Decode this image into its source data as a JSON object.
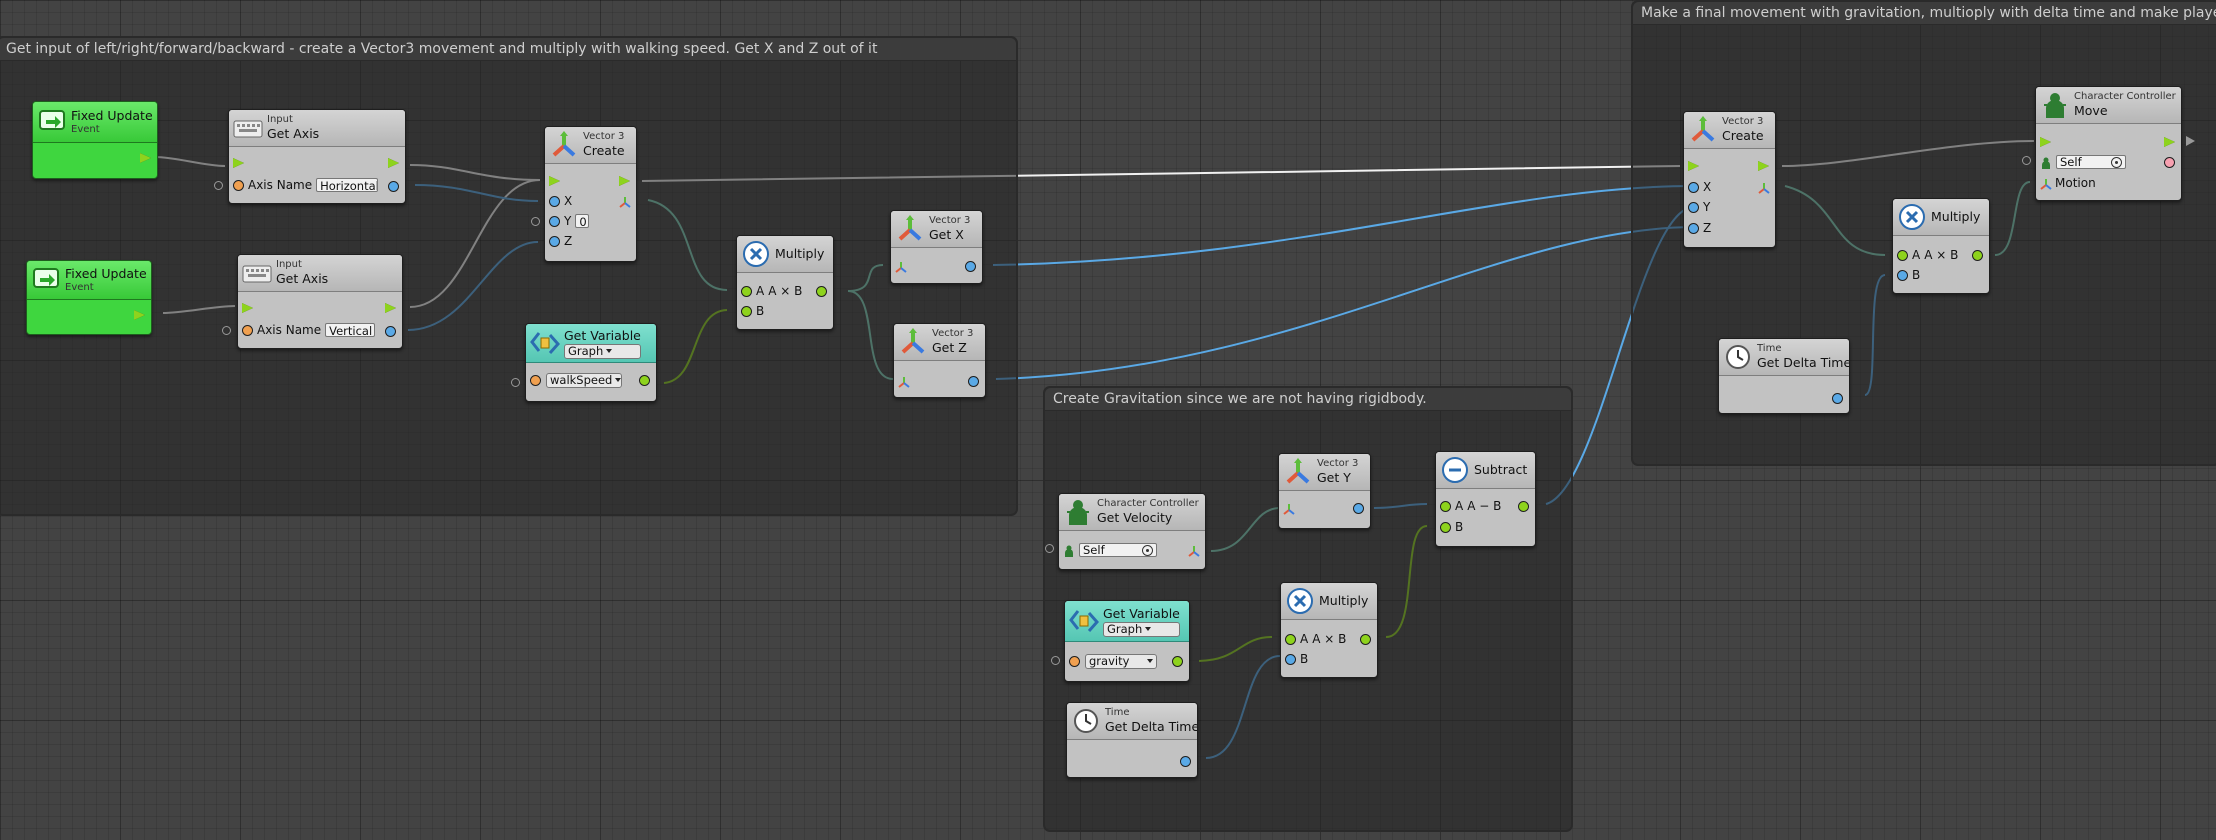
{
  "groups": {
    "input": {
      "title": "Get input of left/right/forward/backward - create a Vector3 movement and multiply with walking speed. Get X and Z out of it"
    },
    "move": {
      "title": "Make a final movement with gravitation, multioply with delta time and make player move"
    },
    "gravity": {
      "title": "Create Gravitation since we are not having rigidbody."
    }
  },
  "nodes": {
    "fixed_update_1": {
      "title": "Fixed Update",
      "kind": "Event"
    },
    "fixed_update_2": {
      "title": "Fixed Update",
      "kind": "Event"
    },
    "input_horizontal": {
      "kind": "Input",
      "title": "Get Axis",
      "port_label": "Axis Name",
      "value": "Horizontal"
    },
    "input_vertical": {
      "kind": "Input",
      "title": "Get Axis",
      "port_label": "Axis Name",
      "value": "Vertical"
    },
    "vector3_create_1": {
      "kind": "Vector 3",
      "title": "Create",
      "x": "X",
      "y": "Y",
      "y_value": "0",
      "z": "Z"
    },
    "get_variable_walk": {
      "title": "Get Variable",
      "scope": "Graph",
      "value": "walkSpeed"
    },
    "multiply_1": {
      "title": "Multiply",
      "a": "A",
      "b": "B",
      "expr": "A × B"
    },
    "vector3_get_x": {
      "kind": "Vector 3",
      "title": "Get X"
    },
    "vector3_get_z": {
      "kind": "Vector 3",
      "title": "Get Z"
    },
    "vector3_create_2": {
      "kind": "Vector 3",
      "title": "Create",
      "x": "X",
      "y": "Y",
      "z": "Z"
    },
    "char_controller_move": {
      "kind": "Character Controller",
      "title": "Move",
      "self": "Self",
      "motion": "Motion"
    },
    "multiply_2": {
      "title": "Multiply",
      "a": "A",
      "b": "B",
      "expr": "A × B"
    },
    "time_delta_1": {
      "kind": "Time",
      "title": "Get Delta Time"
    },
    "char_controller_velocity": {
      "kind": "Character Controller",
      "title": "Get Velocity",
      "self": "Self"
    },
    "vector3_get_y": {
      "kind": "Vector 3",
      "title": "Get Y"
    },
    "subtract": {
      "title": "Subtract",
      "a": "A",
      "b": "B",
      "expr": "A − B"
    },
    "get_variable_gravity": {
      "title": "Get Variable",
      "scope": "Graph",
      "value": "gravity"
    },
    "multiply_3": {
      "title": "Multiply",
      "a": "A",
      "b": "B",
      "expr": "A × B"
    },
    "time_delta_2": {
      "kind": "Time",
      "title": "Get Delta Time"
    }
  },
  "colors": {
    "flow": "#ffffff",
    "float": "#5aa9e6",
    "vector": "#7fd0b8",
    "numeric": "#8ed31d",
    "string": "#f0a050"
  }
}
